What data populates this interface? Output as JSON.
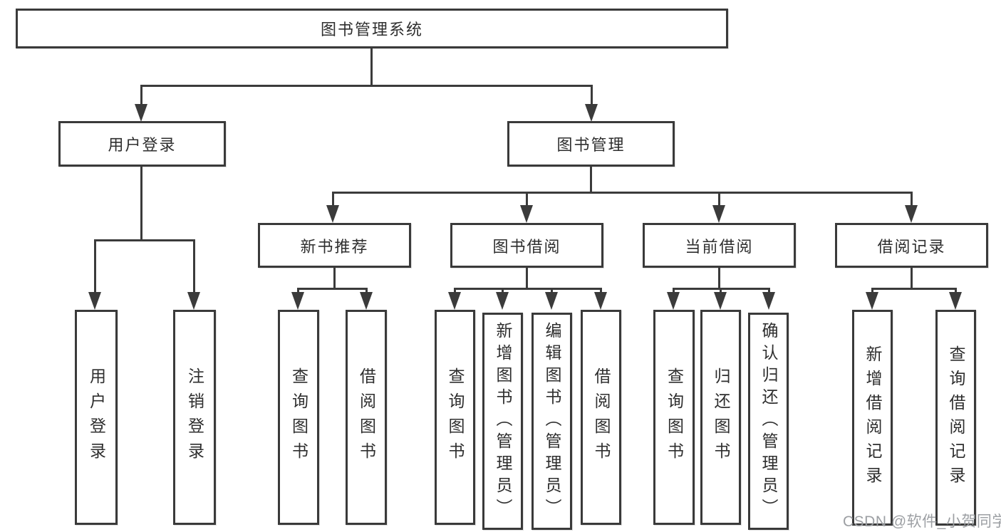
{
  "diagram": {
    "root": "图书管理系统",
    "level2": [
      "用户登录",
      "图书管理"
    ],
    "level3": [
      "新书推荐",
      "图书借阅",
      "当前借阅",
      "借阅记录"
    ],
    "leaves": [
      "用户登录",
      "注销登录",
      "查询图书",
      "借阅图书",
      "查询图书",
      "新增图书（管理员）",
      "编辑图书（管理员）",
      "借阅图书",
      "查询图书",
      "归还图书",
      "确认归还（管理员）",
      "新增借阅记录",
      "查询借阅记录"
    ],
    "watermark": "CSDN @软件_小贺同学",
    "colors": {
      "line": "#3b3b3b",
      "box_border": "#3a3a3a",
      "text": "#2e2e2e",
      "watermark": "#9c9fa3",
      "background": "#ffffff"
    }
  }
}
